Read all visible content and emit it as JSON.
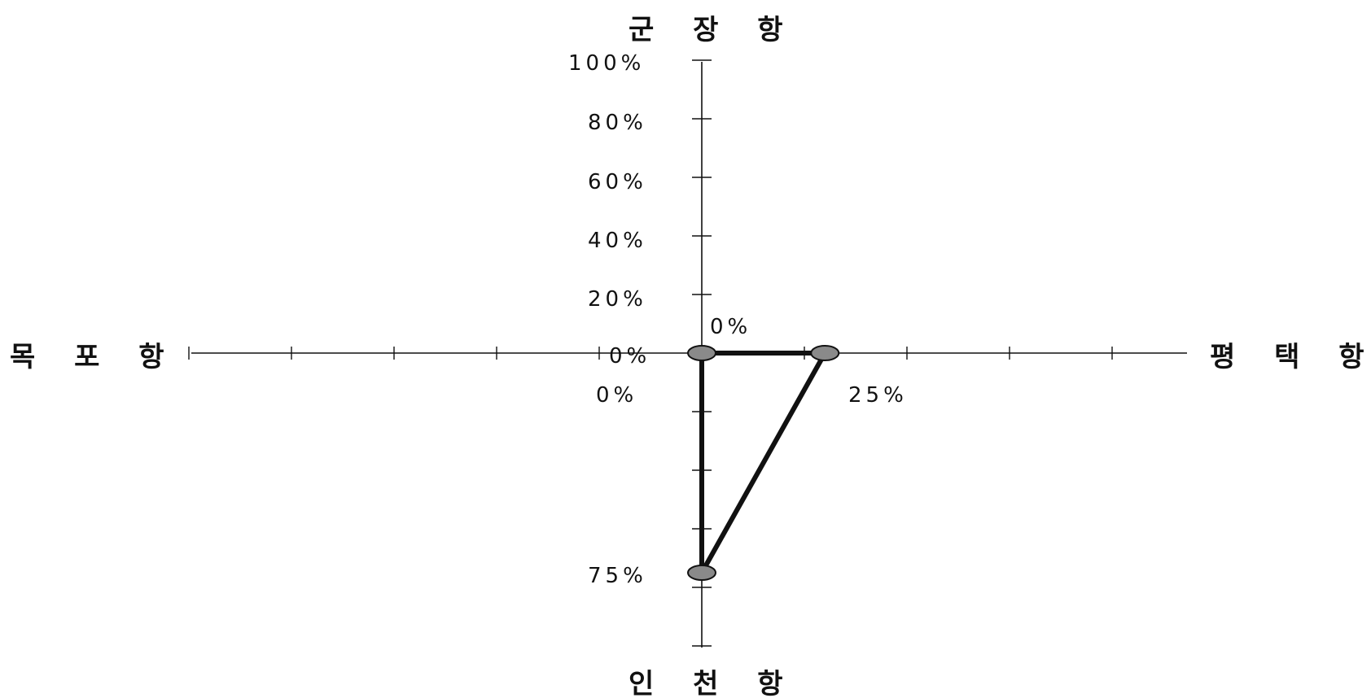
{
  "chart_data": {
    "type": "scatter",
    "axes": {
      "top": "군 장 항",
      "bottom": "인 천 항",
      "left": "목 포 항",
      "right": "평 택 항"
    },
    "y_ticks": [
      "100%",
      "80%",
      "60%",
      "40%",
      "20%",
      "0%"
    ],
    "ylim": [
      0,
      100
    ],
    "points": [
      {
        "axis": "origin",
        "value": 0,
        "label": "0%"
      },
      {
        "axis": "right",
        "value": 25,
        "label": "25%"
      },
      {
        "axis": "bottom",
        "value": 75,
        "label": "75%"
      }
    ],
    "annotations": [
      "0%",
      "0%"
    ],
    "grid": false,
    "colors": {
      "ink": "#111111",
      "marker_fill": "#8a8a8a"
    }
  }
}
